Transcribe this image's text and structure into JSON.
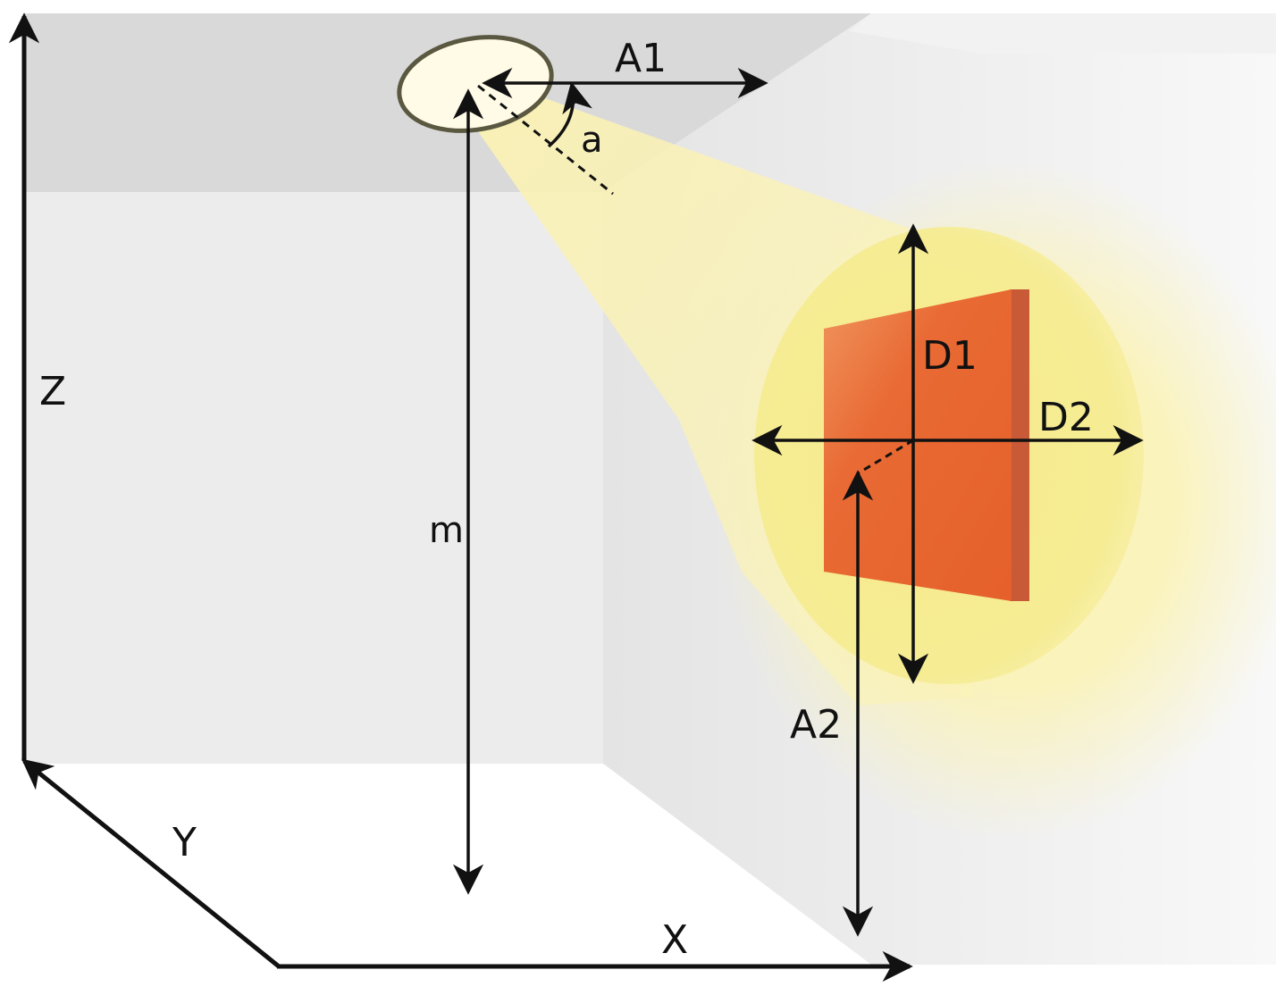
{
  "labels": {
    "z_axis": "Z",
    "y_axis": "Y",
    "x_axis": "X",
    "a1": "A1",
    "a2": "A2",
    "alpha": "a",
    "m": "m",
    "d1": "D1",
    "d2": "D2"
  },
  "colors": {
    "ceiling": "#d9d9d9",
    "back_wall": "#ececec",
    "right_wall": "#efefef",
    "floor": "#ffffff",
    "light_fixture": "#fffbe6",
    "fixture_rim": "#5a5840",
    "beam": "#fbf3b0",
    "light_spot": "#f6ec92",
    "panel_front": "#e8652e",
    "panel_highlight": "#f0a070",
    "panel_edge": "#c95a38",
    "lines": "#111111"
  }
}
